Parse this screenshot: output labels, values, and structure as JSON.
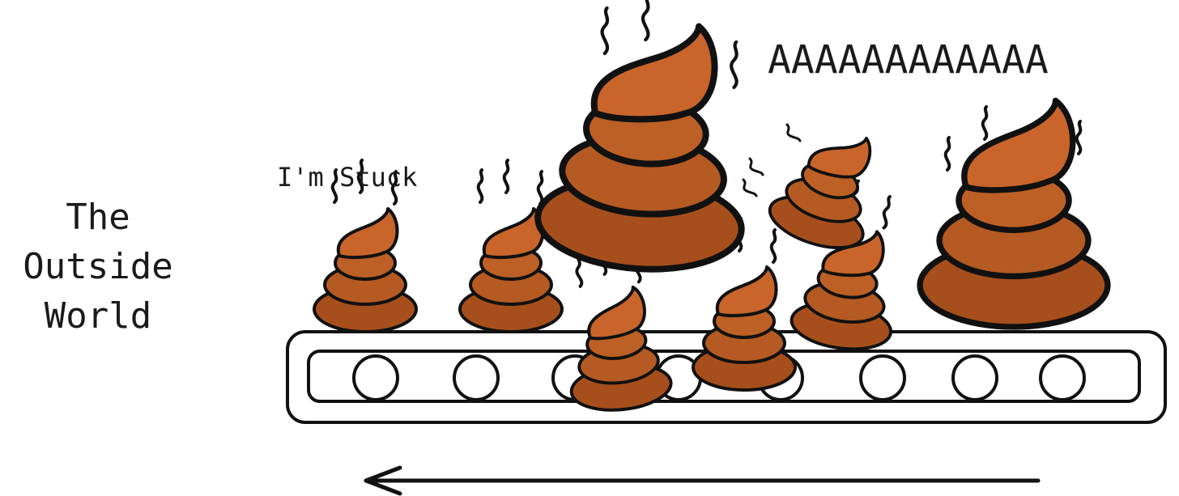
{
  "labels": {
    "outside_world": "The\nOutside\nWorld",
    "stuck": "I'm Stuck",
    "scream": "AAAAAAAAAAAA"
  },
  "colors": {
    "outline": "#111111",
    "poop_light": "#c9652a",
    "poop_mid": "#b45a22",
    "poop_dark": "#9a4718",
    "belt_fill": "#ffffff"
  },
  "icons": {
    "poop": "poop-icon",
    "stink": "stink-lines-icon",
    "roller": "roller-icon",
    "arrow": "left-arrow-icon"
  }
}
